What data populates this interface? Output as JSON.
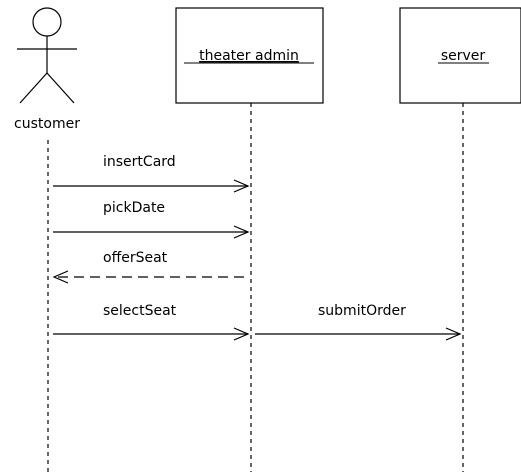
{
  "actor": {
    "name": "customer"
  },
  "objects": [
    {
      "id": "theater-admin",
      "name": "theater admin"
    },
    {
      "id": "server",
      "name": "server"
    }
  ],
  "messages": [
    {
      "label": "insertCard",
      "from": "customer",
      "to": "theater-admin",
      "style": "solid"
    },
    {
      "label": "pickDate",
      "from": "customer",
      "to": "theater-admin",
      "style": "solid"
    },
    {
      "label": "offerSeat",
      "from": "theater-admin",
      "to": "customer",
      "style": "dashed"
    },
    {
      "label": "selectSeat",
      "from": "customer",
      "to": "theater-admin",
      "style": "solid"
    },
    {
      "label": "submitOrder",
      "from": "theater-admin",
      "to": "server",
      "style": "solid"
    }
  ]
}
